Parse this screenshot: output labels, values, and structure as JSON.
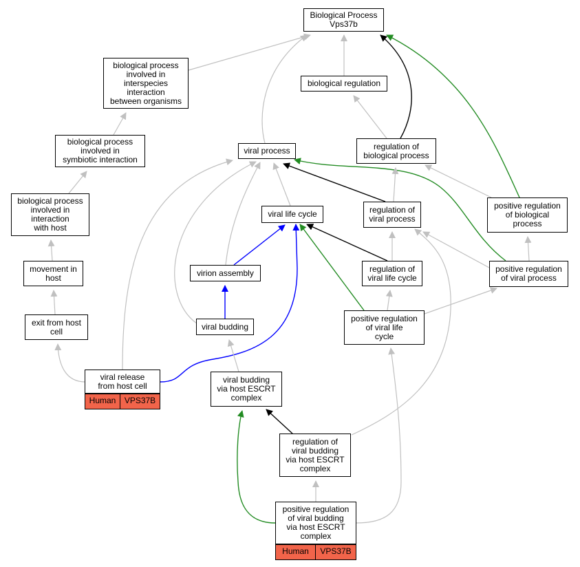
{
  "colors": {
    "gray": "#c0c0c0",
    "black": "#000000",
    "green": "#228b22",
    "blue": "#0000ff",
    "tag": "#f2644a"
  },
  "nodes": {
    "bp_vps37b": "Biological Process\nVps37b",
    "bp_interspecies": "biological process\ninvolved in\ninterspecies\ninteraction\nbetween organisms",
    "bio_reg": "biological regulation",
    "bp_symbiotic": "biological process\ninvolved in\nsymbiotic interaction",
    "viral_process": "viral process",
    "reg_bio_process": "regulation of\nbiological process",
    "bp_host": "biological process\ninvolved in\ninteraction\nwith host",
    "viral_life_cycle": "viral life cycle",
    "reg_viral_process": "regulation of\nviral process",
    "pos_reg_bio_process": "positive regulation\nof biological\nprocess",
    "movement_host": "movement in\nhost",
    "virion_assembly": "virion assembly",
    "reg_viral_life_cycle": "regulation of\nviral life cycle",
    "pos_reg_viral_process": "positive regulation\nof viral process",
    "exit_host": "exit from host\ncell",
    "viral_budding": "viral budding",
    "pos_reg_viral_life_cycle": "positive regulation\nof viral life\ncycle",
    "viral_release": "viral release\nfrom host cell",
    "vb_escrt": "viral budding\nvia host ESCRT\ncomplex",
    "reg_vb_escrt": "regulation of\nviral budding\nvia host ESCRT\ncomplex",
    "pos_reg_vb_escrt": "positive regulation\nof viral budding\nvia host ESCRT\ncomplex"
  },
  "annotations": {
    "viral_release": {
      "species": "Human",
      "gene": "VPS37B"
    },
    "pos_reg_vb_escrt": {
      "species": "Human",
      "gene": "VPS37B"
    }
  },
  "edges": [
    {
      "from": "bp_interspecies",
      "to": "bp_vps37b",
      "color": "gray"
    },
    {
      "from": "viral_process",
      "to": "bp_vps37b",
      "color": "gray"
    },
    {
      "from": "bio_reg",
      "to": "bp_vps37b",
      "color": "gray"
    },
    {
      "from": "reg_bio_process",
      "to": "bp_vps37b",
      "color": "black"
    },
    {
      "from": "pos_reg_bio_process",
      "to": "bp_vps37b",
      "color": "green"
    },
    {
      "from": "bp_symbiotic",
      "to": "bp_interspecies",
      "color": "gray"
    },
    {
      "from": "reg_bio_process",
      "to": "bio_reg",
      "color": "gray"
    },
    {
      "from": "bp_host",
      "to": "bp_symbiotic",
      "color": "gray"
    },
    {
      "from": "movement_host",
      "to": "bp_host",
      "color": "gray"
    },
    {
      "from": "exit_host",
      "to": "movement_host",
      "color": "gray"
    },
    {
      "from": "viral_release",
      "to": "exit_host",
      "color": "gray"
    },
    {
      "from": "viral_release",
      "to": "viral_process",
      "color": "gray"
    },
    {
      "from": "viral_budding",
      "to": "viral_process",
      "color": "gray"
    },
    {
      "from": "virion_assembly",
      "to": "viral_process",
      "color": "gray"
    },
    {
      "from": "viral_life_cycle",
      "to": "viral_process",
      "color": "gray"
    },
    {
      "from": "reg_viral_process",
      "to": "viral_process",
      "color": "black"
    },
    {
      "from": "pos_reg_viral_process",
      "to": "viral_process",
      "color": "green"
    },
    {
      "from": "reg_viral_process",
      "to": "reg_bio_process",
      "color": "gray"
    },
    {
      "from": "pos_reg_bio_process",
      "to": "reg_bio_process",
      "color": "gray"
    },
    {
      "from": "pos_reg_viral_process",
      "to": "pos_reg_bio_process",
      "color": "gray"
    },
    {
      "from": "virion_assembly",
      "to": "viral_life_cycle",
      "color": "blue"
    },
    {
      "from": "viral_release",
      "to": "viral_life_cycle",
      "color": "blue"
    },
    {
      "from": "reg_viral_life_cycle",
      "to": "viral_life_cycle",
      "color": "black"
    },
    {
      "from": "pos_reg_viral_life_cycle",
      "to": "viral_life_cycle",
      "color": "green"
    },
    {
      "from": "reg_viral_life_cycle",
      "to": "reg_viral_process",
      "color": "gray"
    },
    {
      "from": "pos_reg_viral_process",
      "to": "reg_viral_process",
      "color": "gray"
    },
    {
      "from": "reg_vb_escrt",
      "to": "reg_viral_process",
      "color": "gray"
    },
    {
      "from": "viral_budding",
      "to": "virion_assembly",
      "color": "blue"
    },
    {
      "from": "pos_reg_viral_life_cycle",
      "to": "reg_viral_life_cycle",
      "color": "gray"
    },
    {
      "from": "pos_reg_viral_life_cycle",
      "to": "pos_reg_viral_process",
      "color": "gray"
    },
    {
      "from": "vb_escrt",
      "to": "viral_budding",
      "color": "gray"
    },
    {
      "from": "pos_reg_vb_escrt",
      "to": "pos_reg_viral_life_cycle",
      "color": "gray"
    },
    {
      "from": "reg_vb_escrt",
      "to": "vb_escrt",
      "color": "black"
    },
    {
      "from": "pos_reg_vb_escrt",
      "to": "vb_escrt",
      "color": "green"
    },
    {
      "from": "pos_reg_vb_escrt",
      "to": "reg_vb_escrt",
      "color": "gray"
    }
  ]
}
